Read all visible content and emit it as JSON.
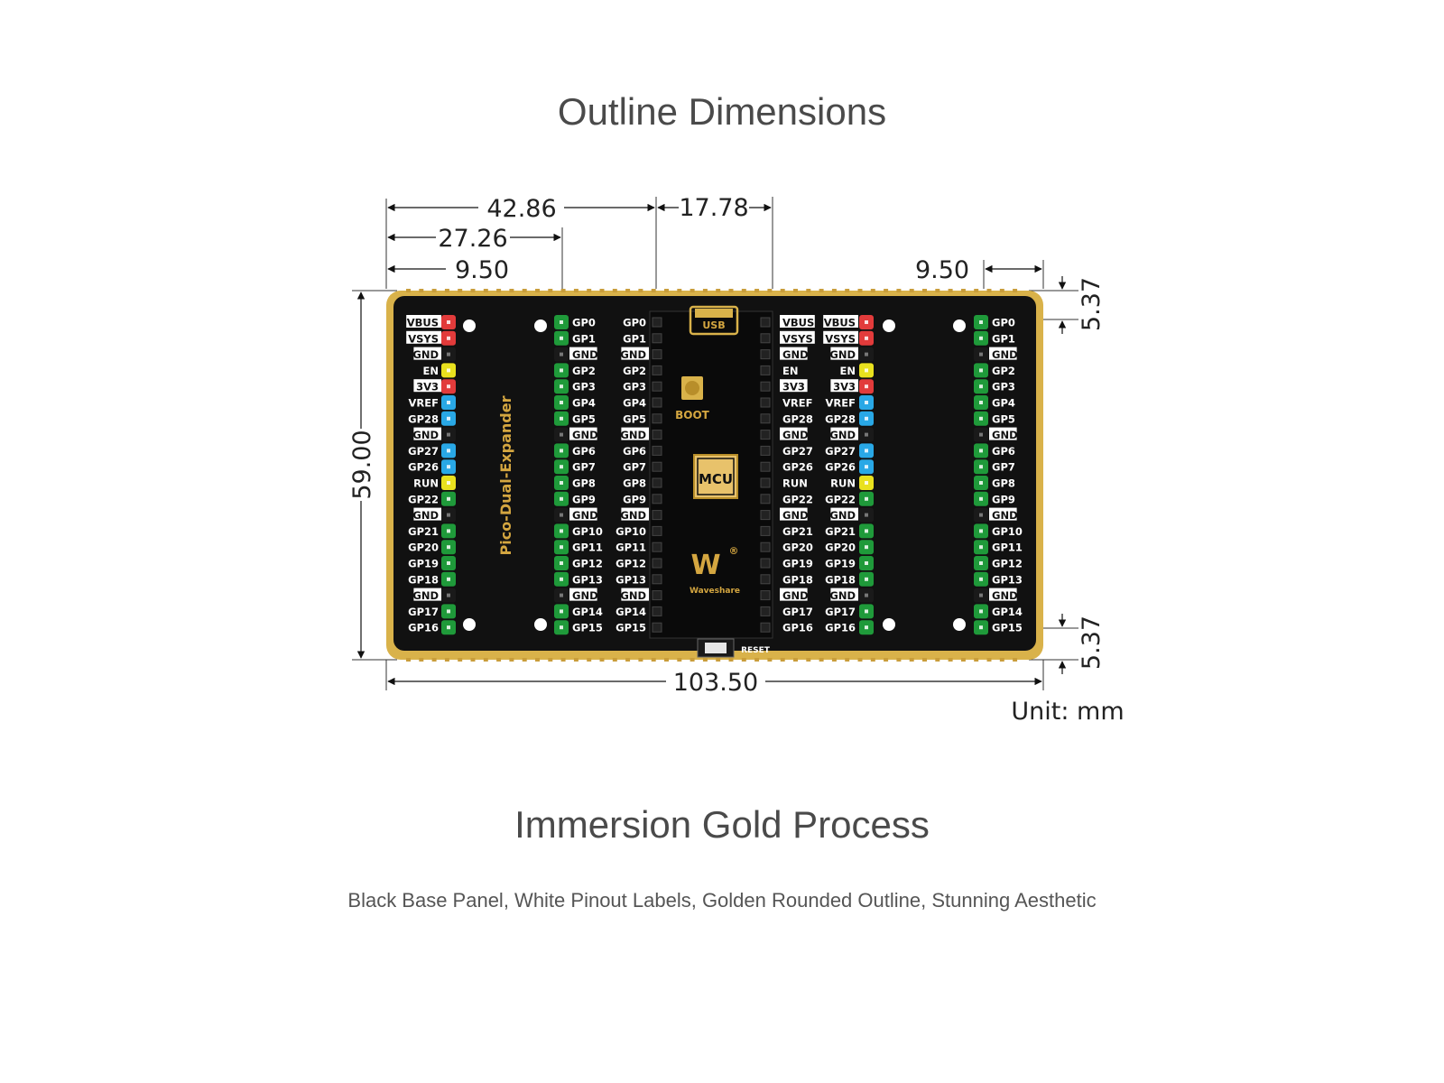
{
  "heading": "Outline Dimensions",
  "heading2": "Immersion Gold Process",
  "description": "Black Base Panel, White Pinout Labels, Golden Rounded Outline, Stunning Aesthetic",
  "unit_label": "Unit: mm",
  "dimensions": {
    "top_a": "42.86",
    "top_b": "17.78",
    "top_c": "27.26",
    "top_d": "9.50",
    "top_e": "9.50",
    "right_top": "5.37",
    "right_bottom": "5.37",
    "height": "59.00",
    "width": "103.50"
  },
  "board": {
    "name": "Pico-Dual-Expander",
    "usb": "USB",
    "boot": "BOOT",
    "mcu": "MCU",
    "reset": "RESET",
    "brand": "Waveshare",
    "logo": "W",
    "registered": "®",
    "colors": {
      "pcb": "#111111",
      "gold": "#d9b24a",
      "red": "#e23b3b",
      "yellow": "#e9e11e",
      "blue": "#29a8e6",
      "green": "#1f9a3a",
      "black": "#1a1a1a"
    },
    "left_header": [
      {
        "label": "VBUS",
        "color": "red",
        "hl": true
      },
      {
        "label": "VSYS",
        "color": "red",
        "hl": true
      },
      {
        "label": "GND",
        "color": "black",
        "hl": true
      },
      {
        "label": "EN",
        "color": "yellow",
        "hl": false
      },
      {
        "label": "3V3",
        "color": "red",
        "hl": true
      },
      {
        "label": "VREF",
        "color": "blue",
        "hl": false
      },
      {
        "label": "GP28",
        "color": "blue",
        "hl": false
      },
      {
        "label": "GND",
        "color": "black",
        "hl": true
      },
      {
        "label": "GP27",
        "color": "blue",
        "hl": false
      },
      {
        "label": "GP26",
        "color": "blue",
        "hl": false
      },
      {
        "label": "RUN",
        "color": "yellow",
        "hl": false
      },
      {
        "label": "GP22",
        "color": "green",
        "hl": false
      },
      {
        "label": "GND",
        "color": "black",
        "hl": true
      },
      {
        "label": "GP21",
        "color": "green",
        "hl": false
      },
      {
        "label": "GP20",
        "color": "green",
        "hl": false
      },
      {
        "label": "GP19",
        "color": "green",
        "hl": false
      },
      {
        "label": "GP18",
        "color": "green",
        "hl": false
      },
      {
        "label": "GND",
        "color": "black",
        "hl": true
      },
      {
        "label": "GP17",
        "color": "green",
        "hl": false
      },
      {
        "label": "GP16",
        "color": "green",
        "hl": false
      }
    ],
    "right_header": [
      {
        "label": "GP0",
        "color": "green",
        "hl": false
      },
      {
        "label": "GP1",
        "color": "green",
        "hl": false
      },
      {
        "label": "GND",
        "color": "black",
        "hl": true
      },
      {
        "label": "GP2",
        "color": "green",
        "hl": false
      },
      {
        "label": "GP3",
        "color": "green",
        "hl": false
      },
      {
        "label": "GP4",
        "color": "green",
        "hl": false
      },
      {
        "label": "GP5",
        "color": "green",
        "hl": false
      },
      {
        "label": "GND",
        "color": "black",
        "hl": true
      },
      {
        "label": "GP6",
        "color": "green",
        "hl": false
      },
      {
        "label": "GP7",
        "color": "green",
        "hl": false
      },
      {
        "label": "GP8",
        "color": "green",
        "hl": false
      },
      {
        "label": "GP9",
        "color": "green",
        "hl": false
      },
      {
        "label": "GND",
        "color": "black",
        "hl": true
      },
      {
        "label": "GP10",
        "color": "green",
        "hl": false
      },
      {
        "label": "GP11",
        "color": "green",
        "hl": false
      },
      {
        "label": "GP12",
        "color": "green",
        "hl": false
      },
      {
        "label": "GP13",
        "color": "green",
        "hl": false
      },
      {
        "label": "GND",
        "color": "black",
        "hl": true
      },
      {
        "label": "GP14",
        "color": "green",
        "hl": false
      },
      {
        "label": "GP15",
        "color": "green",
        "hl": false
      }
    ]
  }
}
